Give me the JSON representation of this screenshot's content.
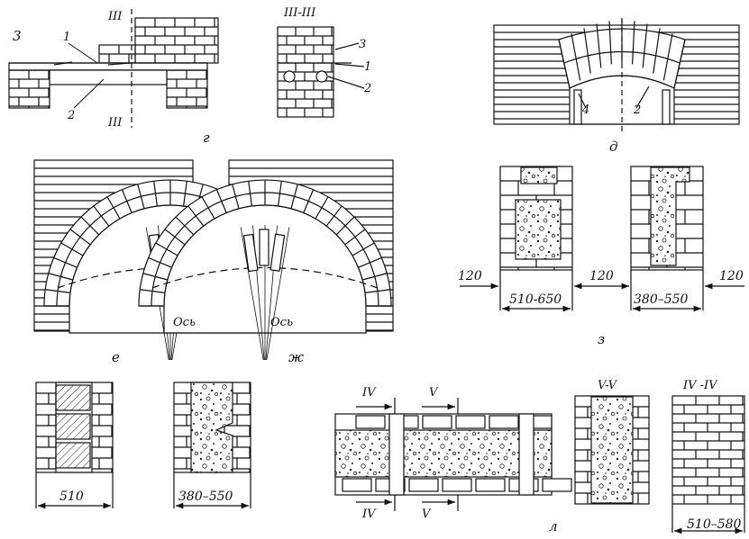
{
  "labels": {
    "fig_g": "г",
    "fig_d": "д",
    "fig_e": "е",
    "fig_zh": "ж",
    "fig_z": "з",
    "fig_l": "л",
    "num_1": "1",
    "num_2": "2",
    "num_3": "3",
    "num_4": "4",
    "section_III": "III",
    "section_III_III": "III-III",
    "section_IV": "IV",
    "section_V": "V",
    "section_V_V": "V-V",
    "section_IV_IV": "IV -IV",
    "axis": "Ось"
  },
  "dimensions": {
    "d120": "120",
    "d510_650": "510-650",
    "d380_550": "380–550",
    "d510": "510",
    "d380_550b": "380–550",
    "d510_580": "510–580"
  }
}
